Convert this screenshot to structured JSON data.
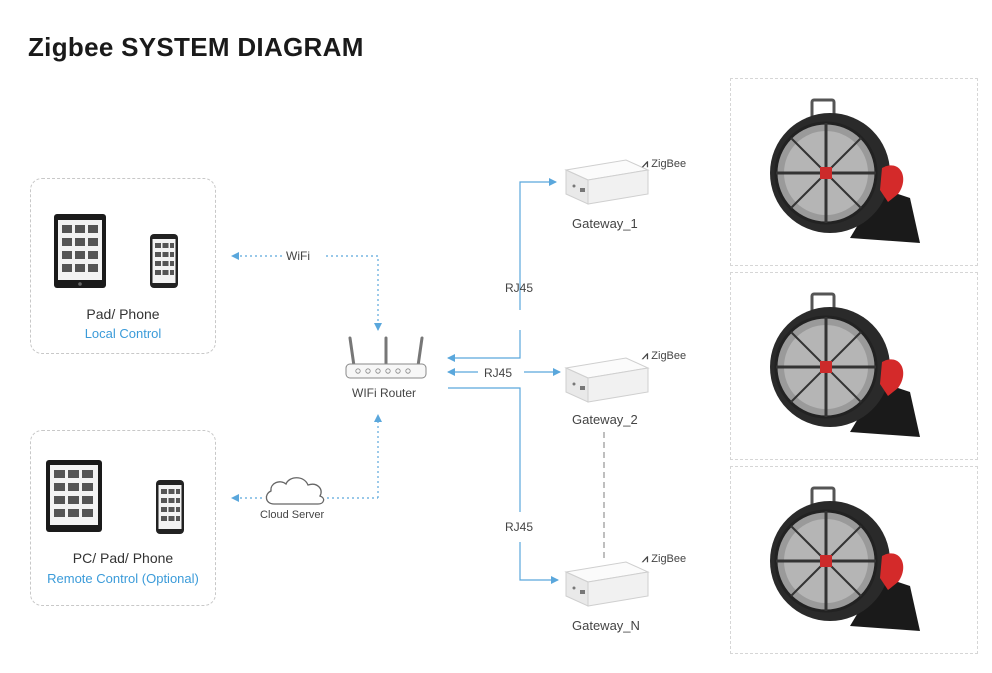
{
  "title": "Zigbee SYSTEM DIAGRAM",
  "local": {
    "name": "Pad/ Phone",
    "desc": "Local Control"
  },
  "remote": {
    "name": "PC/ Pad/ Phone",
    "desc": "Remote Control (Optional)"
  },
  "links": {
    "wifi": "WiFi",
    "rj45_top": "RJ45",
    "rj45_mid": "RJ45",
    "rj45_bottom": "RJ45"
  },
  "router": {
    "label": "WIFi Router"
  },
  "cloud": {
    "label": "Cloud Server"
  },
  "gateways": [
    {
      "label": "Gateway_1",
      "protocol": "ZigBee"
    },
    {
      "label": "Gateway_2",
      "protocol": "ZigBee"
    },
    {
      "label": "Gateway_N",
      "protocol": "ZigBee"
    }
  ],
  "colors": {
    "line": "#5aa7dc",
    "gateway_line": "#aaaaaa",
    "accent_text": "#3b9bd9",
    "lamp_handle": "#d42a2a"
  }
}
